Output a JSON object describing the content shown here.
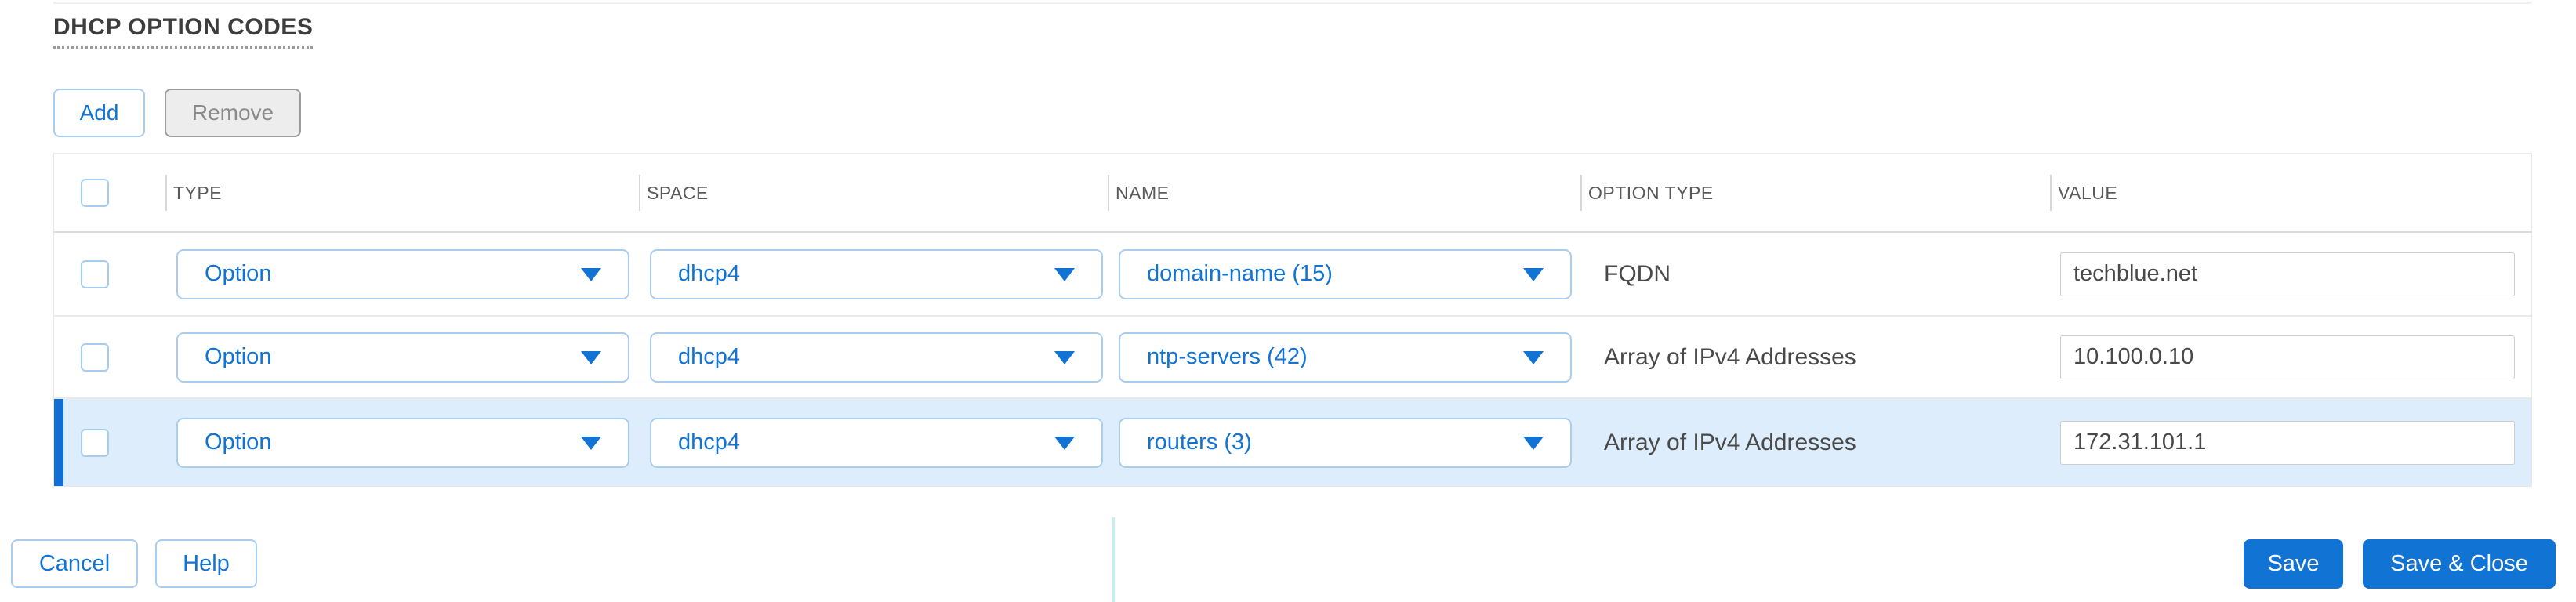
{
  "page": {
    "title": "DHCP OPTION CODES"
  },
  "toolbar": {
    "add_label": "Add",
    "remove_label": "Remove",
    "remove_disabled": true
  },
  "table": {
    "columns": [
      "TYPE",
      "SPACE",
      "NAME",
      "OPTION TYPE",
      "VALUE"
    ],
    "rows": [
      {
        "type": "Option",
        "space": "dhcp4",
        "name": "domain-name (15)",
        "option_type": "FQDN",
        "value": "techblue.net",
        "checked": false,
        "selected": false
      },
      {
        "type": "Option",
        "space": "dhcp4",
        "name": "ntp-servers (42)",
        "option_type": "Array of IPv4 Addresses",
        "value": "10.100.0.10",
        "checked": false,
        "selected": false
      },
      {
        "type": "Option",
        "space": "dhcp4",
        "name": "routers (3)",
        "option_type": "Array of IPv4 Addresses",
        "value": "172.31.101.1",
        "checked": false,
        "selected": true
      }
    ]
  },
  "footer": {
    "cancel_label": "Cancel",
    "help_label": "Help",
    "save_label": "Save",
    "save_close_label": "Save & Close"
  },
  "icons": {
    "dropdown_caret": "chevron-down"
  },
  "colors": {
    "primary_blue": "#1173d4",
    "light_blue_border": "#a9cdf0",
    "selected_row_bg": "#ddedfb",
    "selected_row_bar": "#0f6fd6",
    "header_text": "#5a5a5a",
    "cell_text": "#494949",
    "table_border": "#e8e8e8",
    "divider_cyan": "#c3eef6"
  }
}
